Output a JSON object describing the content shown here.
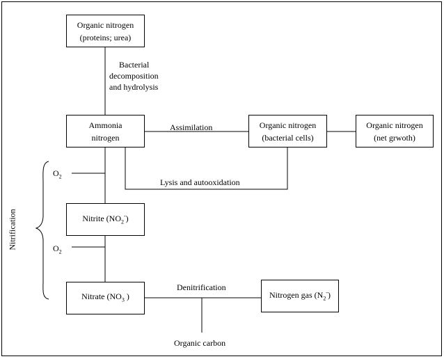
{
  "boxes": {
    "organic_nitrogen_top": {
      "line1": "Organic nitrogen",
      "line2": "(proteins; urea)"
    },
    "ammonia": {
      "line1": "Ammonia",
      "line2": "nitrogen"
    },
    "organic_nitrogen_cells": {
      "line1": "Organic nitrogen",
      "line2": "(bacterial cells)"
    },
    "organic_nitrogen_net": {
      "line1": "Organic nitrogen",
      "line2": "(net grwoth)"
    },
    "nitrite": {
      "text": "Nitrite (NO",
      "sub": "2",
      "sup": "-",
      "tail": ")"
    },
    "nitrate": {
      "text": "Nitrate (NO",
      "sub": "3",
      "tail": " )"
    },
    "nitrogen_gas": {
      "text": "Nitrogen gas (N",
      "sub": "2",
      "sup": "-",
      "tail": ")"
    }
  },
  "labels": {
    "bacterial_decomposition": {
      "line1": "Bacterial",
      "line2": "decomposition",
      "line3": "and hydrolysis"
    },
    "assimilation": "Assimilation",
    "lysis": "Lysis and autooxidation",
    "o2_upper": {
      "text": "O",
      "sub": "2"
    },
    "o2_lower": {
      "text": "O",
      "sub": "2"
    },
    "nitrification": "Nitrification",
    "denitrification": "Denitrification",
    "organic_carbon": "Organic carbon"
  }
}
